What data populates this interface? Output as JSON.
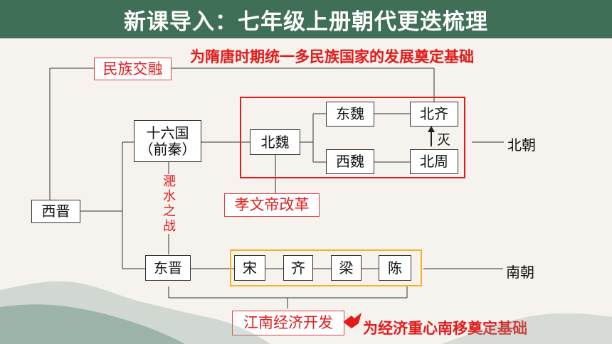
{
  "title": "新课导入：七年级上册朝代更迭梳理",
  "notes": {
    "top": "为隋唐时期统一多民族国家的发展奠定基础",
    "bottom": "为经济重心南移奠定基础",
    "feishui": "淝水之战",
    "mie": "灭"
  },
  "nodes": {
    "minzu": "民族交融",
    "xijin": "西晋",
    "shiliuguo": "十六国\n（前秦）",
    "dongjin": "东晋",
    "beiwei": "北魏",
    "dongwei": "东魏",
    "xiwei": "西魏",
    "beiqi": "北齐",
    "beizhou": "北周",
    "xiaowen": "孝文帝改革",
    "song": "宋",
    "qi": "齐",
    "liang": "梁",
    "chen": "陈",
    "jiangnan": "江南经济开发"
  },
  "labels": {
    "beichao": "北朝",
    "nanchao": "南朝"
  },
  "colors": {
    "title_bg": "#3f6f56",
    "accent_red": "#e31b1b",
    "frame_gold": "#f3b21e",
    "background": "#f6f3ee"
  }
}
